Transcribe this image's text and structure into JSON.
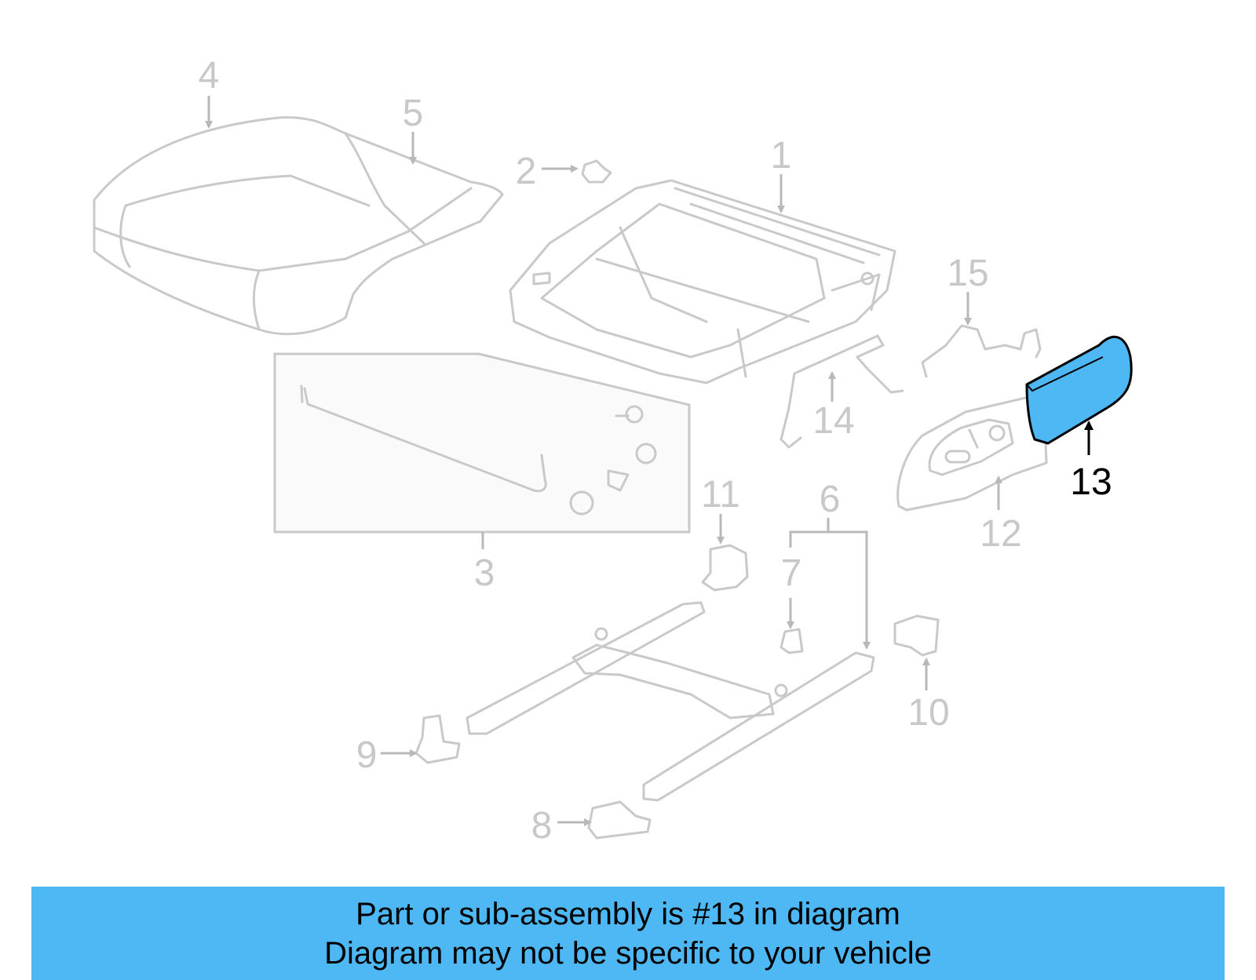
{
  "callouts": {
    "c1": "1",
    "c2": "2",
    "c3": "3",
    "c4": "4",
    "c5": "5",
    "c6": "6",
    "c7": "7",
    "c8": "8",
    "c9": "9",
    "c10": "10",
    "c11": "11",
    "c12": "12",
    "c13": "13",
    "c14": "14",
    "c15": "15"
  },
  "highlight": {
    "part_number": "13",
    "color": "#4db8f3",
    "label_color": "#000000",
    "inactive_color": "#c8c8c8"
  },
  "banner": {
    "line1": "Part or sub-assembly is #13 in diagram",
    "line2": "Diagram may not be specific to your vehicle",
    "background": "#4db8f3"
  }
}
